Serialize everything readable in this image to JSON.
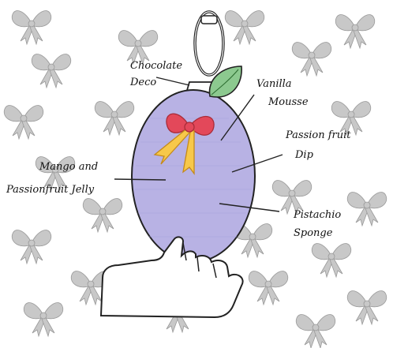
{
  "labels": {
    "chocolate": [
      "Chocolate",
      "Deco"
    ],
    "vanilla": [
      "Vanilla",
      "Mousse"
    ],
    "passion_dip": [
      "Passion fruit",
      "Dip"
    ],
    "mango": [
      "Mango and",
      "Passionfruit Jelly"
    ],
    "pistachio": [
      "Pistachio",
      "Sponge"
    ]
  },
  "colors": {
    "egg_fill": "#b8b2e4",
    "egg_stroke": "#222222",
    "leaf": "#8cc98f",
    "bow_red": "#e3485a",
    "bow_yellow": "#f7c84a",
    "hanger_fill": "#ffffff",
    "bg_bow": "#c8c8c8"
  },
  "icons": [
    "gift-bow-icon",
    "mint-leaf-icon",
    "hand-icon"
  ]
}
